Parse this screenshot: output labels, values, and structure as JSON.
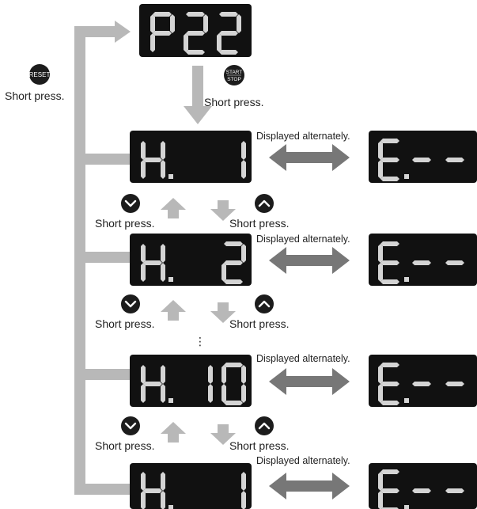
{
  "labels": {
    "short_press": "Short press.",
    "displayed_alternately": "Displayed alternately.",
    "ellipsis": "⋮"
  },
  "buttons": {
    "reset": "RESET",
    "start_top": "START",
    "start_bottom": "STOP"
  },
  "displays": {
    "top": "P22",
    "h1": "H. 1",
    "h2": "H. 2",
    "h10": "H. 10",
    "h1_again": "H. 1",
    "error": "E.--"
  },
  "colors": {
    "display_bg": "#111111",
    "segment": "#d4d4d4",
    "arrow_light": "#b8b8b8",
    "arrow_dark": "#777777",
    "button": "#1c1c1c",
    "button_text": "#ffffff"
  }
}
